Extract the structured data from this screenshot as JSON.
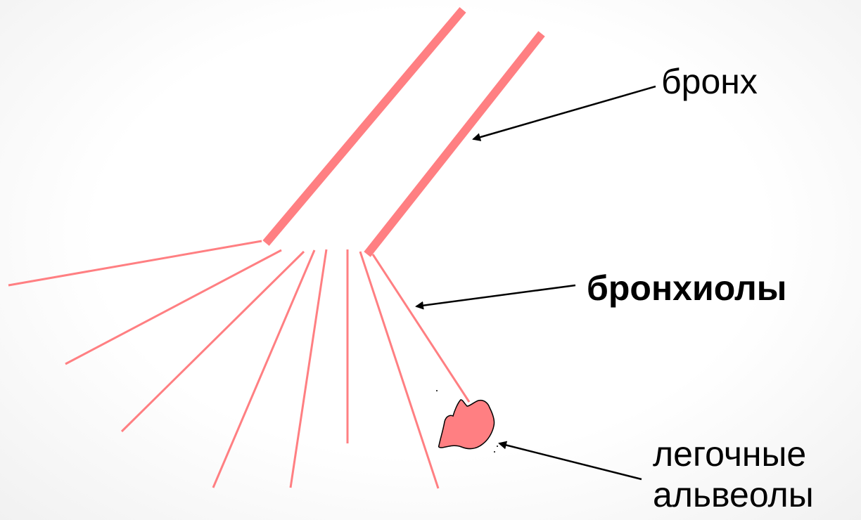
{
  "colors": {
    "airway": "#ff7f82",
    "alveolus_fill": "#ff7f82",
    "outline": "#000000",
    "arrow": "#000000",
    "text": "#000000"
  },
  "labels": {
    "bronchus": "бронх",
    "bronchioles": "бронхиолы",
    "alveoli_line1": "легочные",
    "alveoli_line2": "альвеолы"
  }
}
